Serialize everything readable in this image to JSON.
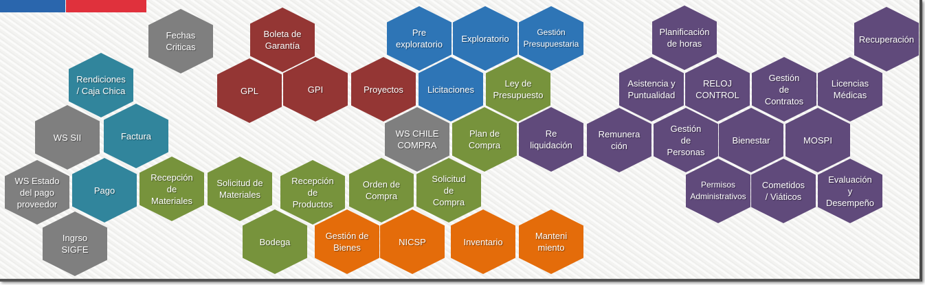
{
  "colors": {
    "gray": "#7f7f7f",
    "red": "#943634",
    "blue": "#2e75b6",
    "teal": "#31859c",
    "green": "#77933c",
    "orange": "#e46c0a",
    "purple": "#604a7b"
  },
  "modules": {
    "fechas_criticas": "Fechas\nCriticas",
    "boleta_garantia": "Boleta de\nGarantía",
    "gpl": "GPL",
    "gpi": "GPI",
    "proyectos": "Proyectos",
    "pre_exploratorio": "Pre\nexploratorio",
    "exploratorio": "Exploratorio",
    "gestion_presupuestaria": "Gestión\nPresupuestaria",
    "licitaciones": "Licitaciones",
    "ley_presupuesto": "Ley de\nPresupuesto",
    "ws_chile_compra": "WS CHILE\nCOMPRA",
    "plan_compra": "Plan de\nCompra",
    "reliquidacion": "Re\nliquidación",
    "rendiciones": "Rendiciones\n/ Caja Chica",
    "ws_sii": "WS SII",
    "factura": "Factura",
    "ws_estado_pago": "WS Estado\ndel pago\nproveedor",
    "pago": "Pago",
    "recepcion_materiales": "Recepción\nde\nMateriales",
    "solicitud_materiales": "Solicitud de\nMateriales",
    "recepcion_productos": "Recepción\nde\nProductos",
    "orden_compra": "Orden de\nCompra",
    "solicitud_compra": "Solicitud\nde\nCompra",
    "ingreso_sigfe": "Ingrso\nSIGFE",
    "bodega": "Bodega",
    "gestion_bienes": "Gestión de\nBienes",
    "nicsp": "NICSP",
    "inventario": "Inventario",
    "mantenimiento": "Manteni\nmiento",
    "planificacion_horas": "Planificación\nde horas",
    "recuperacion": "Recuperación",
    "asistencia": "Asistencia y\nPuntualidad",
    "reloj_control": "RELOJ\nCONTROL",
    "gestion_contratos": "Gestión\nde\nContratos",
    "licencias_medicas": "Licencias\nMédicas",
    "remuneracion": "Remunera\nción",
    "gestion_personas": "Gestión\nde\nPersonas",
    "bienestar": "Bienestar",
    "mospi": "MOSPI",
    "permisos": "Permisos\nAdministrativos",
    "cometidos": "Cometidos\n/ Viáticos",
    "evaluacion": "Evaluación\ny\nDesempeño"
  }
}
